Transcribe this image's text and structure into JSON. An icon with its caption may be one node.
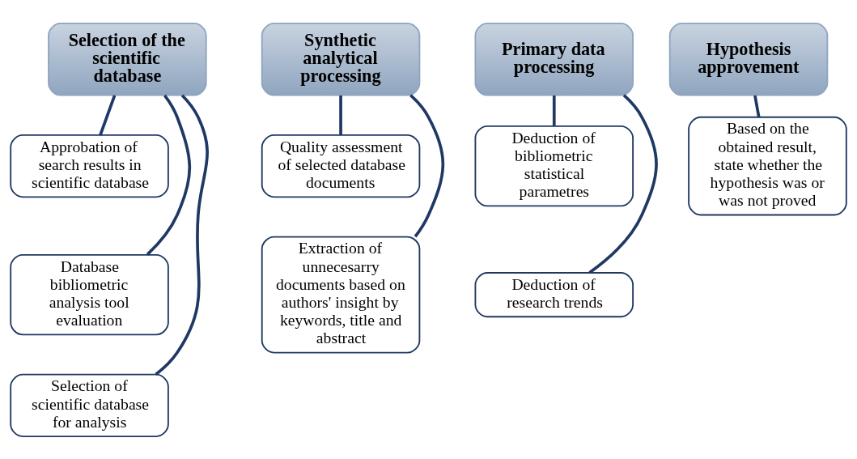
{
  "diagram": {
    "nodes": [
      {
        "text": [
          "Selection of the scientific database"
        ]
      },
      {
        "text": [
          "Approbation of search results in scientific database"
        ]
      },
      {
        "text": [
          "Database bibliometric analysis tool evaluation"
        ]
      },
      {
        "text": [
          "Selection of scientific database for analysis"
        ]
      },
      {
        "text": [
          "Synthetic analytical processing"
        ]
      },
      {
        "text": [
          "Quality assessment of selected database documents"
        ]
      },
      {
        "text": [
          "Extraction of unnecesarry documents based on authors' insight by keywords, title and abstract"
        ]
      },
      {
        "text": [
          "Primary data processing"
        ]
      },
      {
        "text": [
          "Deduction of bibliometric statistical parametres"
        ]
      },
      {
        "text": [
          "Deduction of research trends"
        ]
      },
      {
        "text": [
          "Hypothesis approvement"
        ]
      },
      {
        "text": [
          "Based on the obtained result, state whether the hypothesis was or was not proved"
        ]
      }
    ],
    "edges": [
      {
        "from": 0,
        "to": 1,
        "arrow": "none"
      },
      {
        "from": 0,
        "to": 2,
        "arrow": "none"
      },
      {
        "from": 0,
        "to": 3,
        "arrow": "none"
      },
      {
        "from": 4,
        "to": 5,
        "arrow": "none"
      },
      {
        "from": 4,
        "to": 6,
        "arrow": "none"
      },
      {
        "from": 7,
        "to": 8,
        "arrow": "none"
      },
      {
        "from": 7,
        "to": 9,
        "arrow": "none"
      },
      {
        "from": 10,
        "to": 11,
        "arrow": "none"
      }
    ]
  }
}
